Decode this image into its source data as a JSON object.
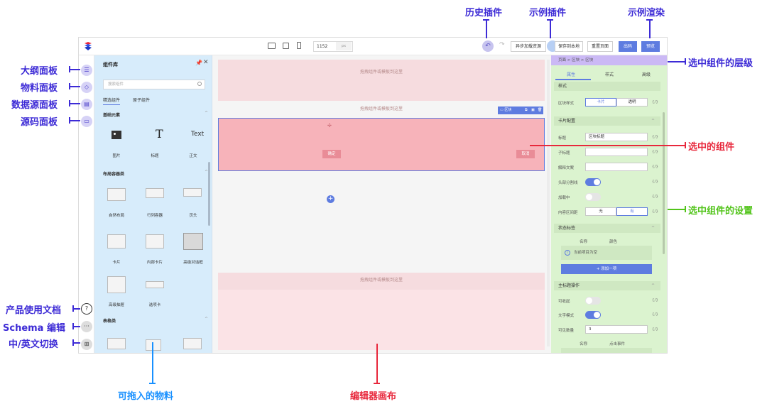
{
  "annotations": {
    "history_plugin": "历史插件",
    "example_plugin": "示例插件",
    "example_render": "示例渲染",
    "outline_panel": "大纲面板",
    "material_panel": "物料面板",
    "datasource_panel": "数据源面板",
    "source_panel": "源码面板",
    "selected_hierarchy": "选中组件的层级",
    "selected_component": "选中的组件",
    "selected_settings": "选中组件的设置",
    "product_docs": "产品使用文档",
    "schema_edit": "Schema 编辑",
    "lang_switch": "中/英文切换",
    "draggable_material": "可拖入的物料",
    "editor_canvas": "编辑器画布"
  },
  "colors": {
    "purple": "#3d2bd6",
    "red": "#e8283c",
    "green": "#52c41a",
    "blue": "#1890ff",
    "accent": "#5e7ce0"
  },
  "toolbar": {
    "canvas_width": "1152",
    "width_unit": "px",
    "async_load": "异步加载资源",
    "save_local": "保存到本地",
    "reset_page": "重置页面",
    "export": "出码",
    "preview": "预览"
  },
  "library": {
    "title": "组件库",
    "search_placeholder": "搜索组件",
    "tabs": [
      "精选组件",
      "原子组件"
    ],
    "groups": [
      {
        "name": "基础元素",
        "items": [
          "图片",
          "标题",
          "正文"
        ]
      },
      {
        "name": "布局容器类",
        "items": [
          "自然布局",
          "行列容器",
          "页头",
          "卡片",
          "内部卡片",
          "高级对话框",
          "高级抽屉",
          "选项卡"
        ]
      },
      {
        "name": "表格类",
        "items": []
      }
    ],
    "title_icon_text": "T",
    "body_icon_text": "Text"
  },
  "canvas": {
    "drop_hint": "拖拽组件或模板到这里",
    "selected_tag": "区块",
    "confirm": "确定",
    "cancel": "取消"
  },
  "settings": {
    "breadcrumb": "页面 > 区块 > 区块",
    "tabs": [
      "属性",
      "样式",
      "高级"
    ],
    "style_section": "样式",
    "block_style_label": "区块样式",
    "block_style_options": [
      "卡片",
      "透明"
    ],
    "card_section": "卡片配置",
    "title_label": "标题",
    "title_value": "区块标题",
    "subtitle_label": "子标题",
    "explain_label": "解释文案",
    "divider_label": "头部分割线",
    "loading_label": "加载中",
    "padding_label": "内容区间距",
    "padding_options": [
      "无",
      "有"
    ],
    "status_section": "状态标签",
    "col_name": "名称",
    "col_color": "颜色",
    "empty_text": "当前项目为空",
    "add_item": "+ 添加一项",
    "main_title_section": "主标题操作",
    "collapsible_label": "可收起",
    "text_mode_label": "文字模式",
    "visible_count_label": "可见数量",
    "visible_count_value": "3",
    "col_click": "点击事件",
    "curly": "{/}"
  }
}
